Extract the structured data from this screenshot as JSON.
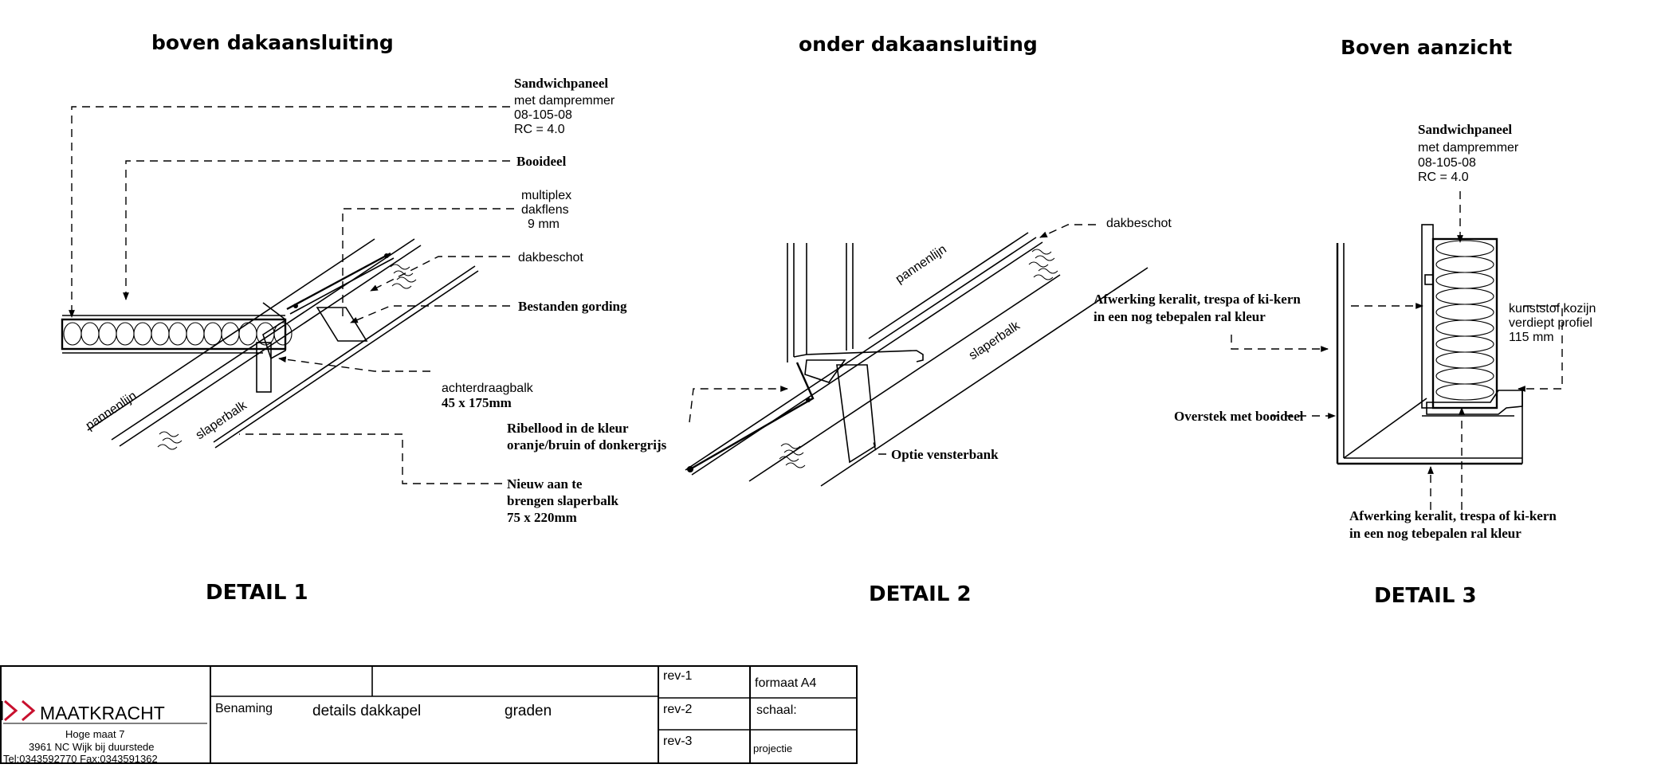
{
  "colors": {
    "ink": "#000000",
    "background": "#ffffff",
    "logo_red": "#c8102e"
  },
  "detail1": {
    "title": "boven dakaansluiting",
    "caption": "DETAIL 1",
    "labels": {
      "sandwich_title": "Sandwichpaneel",
      "sandwich_line1": "met dampremmer",
      "sandwich_line2": "08-105-08",
      "sandwich_line3": "RC = 4.0",
      "booideel": "Booideel",
      "multiplex1": "multiplex",
      "multiplex2": "dakflens",
      "multiplex3": "9  mm",
      "dakbeschot": "dakbeschot",
      "gording": "Bestanden gording",
      "achter1": "achterdraagbalk",
      "achter2": "45 x 175mm",
      "nieuw1": "Nieuw aan te",
      "nieuw2": "brengen slaperbalk",
      "nieuw3": "75 x 220mm",
      "pannenlijn": "pannenlijn",
      "slaperbalk": "slaperbalk"
    }
  },
  "detail2": {
    "title": "onder dakaansluiting",
    "caption": "DETAIL 2",
    "labels": {
      "dakbeschot": "dakbeschot",
      "pannenlijn": "pannenlijn",
      "slaperbalk": "slaperbalk",
      "ribel1": "Ribellood in de kleur",
      "ribel2": "oranje/bruin of donkergrijs",
      "vensterbank": "Optie vensterbank"
    }
  },
  "detail3": {
    "title": "Boven aanzicht",
    "caption": "DETAIL 3",
    "labels": {
      "sandwich_title": "Sandwichpaneel",
      "sandwich_line1": "met dampremmer",
      "sandwich_line2": "08-105-08",
      "sandwich_line3": "RC = 4.0",
      "afwerking1a": "Afwerking keralit, trespa of ki-kern",
      "afwerking1b": "in een nog tebepalen ral kleur",
      "kozijn1": "kunststof kozijn",
      "kozijn2": "verdiept profiel",
      "kozijn3": "115 mm",
      "overstek": "Overstek met booideel",
      "afwerking2a": "Afwerking keralit, trespa of ki-kern",
      "afwerking2b": "in een nog tebepalen ral kleur"
    }
  },
  "title_block": {
    "company": "MAATKRACHT",
    "address1": "Hoge maat 7",
    "address2": "3961 NC  Wijk bij duurstede",
    "contact": "Tel:0343592770   Fax:0343591362",
    "benaming_label": "Benaming",
    "benaming_value": "details dakkapel",
    "benaming_extra": "graden",
    "rev1": "rev-1",
    "rev2": "rev-2",
    "rev3": "rev-3",
    "formaat": "formaat A4",
    "schaal": "schaal:",
    "projectie": "projectie"
  }
}
